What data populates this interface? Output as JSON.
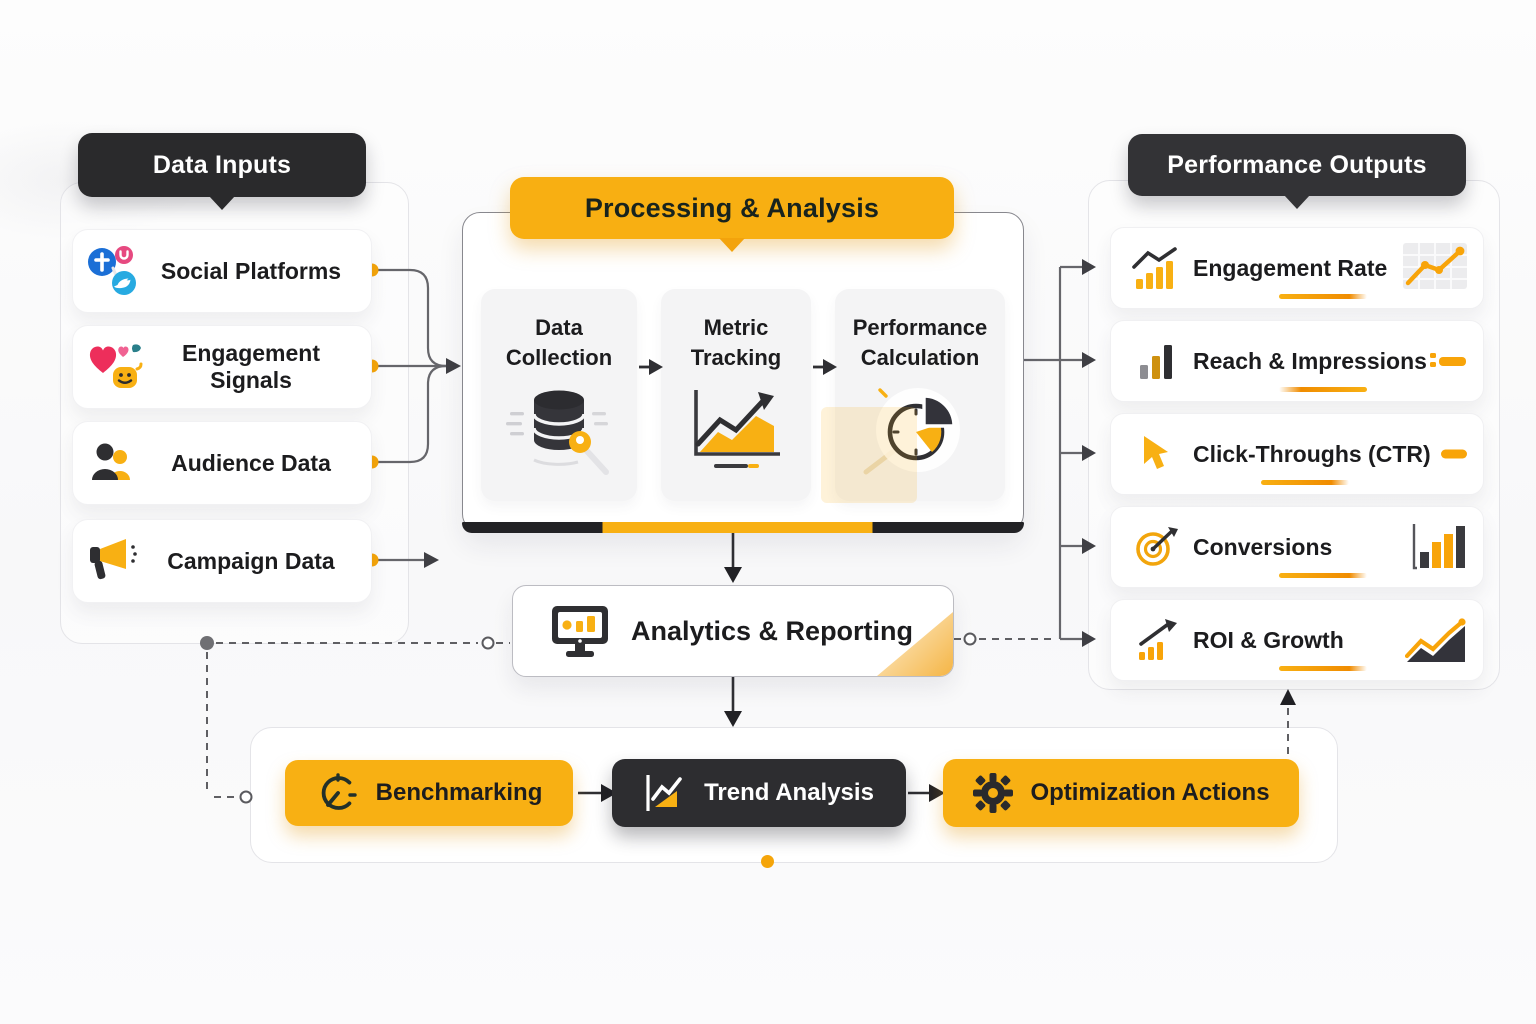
{
  "colors": {
    "accent_yellow": "#F8B013",
    "dark": "#2A2A2C",
    "text": "#1D1D1F",
    "connector_gray": "#5F5F63"
  },
  "left_panel": {
    "header": "Data Inputs",
    "items": [
      {
        "label": "Social Platforms",
        "icon": "social-platforms-icon"
      },
      {
        "label": "Engagement Signals",
        "icon": "engagement-signals-icon"
      },
      {
        "label": "Audience Data",
        "icon": "audience-users-icon"
      },
      {
        "label": "Campaign Data",
        "icon": "megaphone-icon"
      }
    ]
  },
  "processing": {
    "header": "Processing & Analysis",
    "steps": [
      {
        "line1": "Data",
        "line2": "Collection",
        "icon": "database-icon"
      },
      {
        "line1": "Metric",
        "line2": "Tracking",
        "icon": "line-chart-icon"
      },
      {
        "line1": "Performance",
        "line2": "Calculation",
        "icon": "clock-pie-icon"
      }
    ]
  },
  "analytics": {
    "label": "Analytics & Reporting",
    "icon": "monitor-icon"
  },
  "bottom_row": {
    "items": [
      {
        "label": "Benchmarking",
        "icon": "gauge-icon",
        "variant": "yellow"
      },
      {
        "label": "Trend Analysis",
        "icon": "trend-chart-icon",
        "variant": "dark"
      },
      {
        "label": "Optimization Actions",
        "icon": "gear-icon",
        "variant": "yellow"
      }
    ]
  },
  "right_panel": {
    "header": "Performance Outputs",
    "items": [
      {
        "label": "Engagement Rate",
        "icon": "bars-trend-icon",
        "aux": "mini-line-chart"
      },
      {
        "label": "Reach & Impressions",
        "icon": "bar-chart-icon",
        "aux": "dash-list-icon"
      },
      {
        "label": "Click-Throughs (CTR)",
        "icon": "cursor-icon",
        "aux": "dash-icon"
      },
      {
        "label": "Conversions",
        "icon": "target-dart-icon",
        "aux": "mini-bar-chart"
      },
      {
        "label": "ROI & Growth",
        "icon": "growth-arrow-icon",
        "aux": "mini-area-chart"
      }
    ]
  }
}
